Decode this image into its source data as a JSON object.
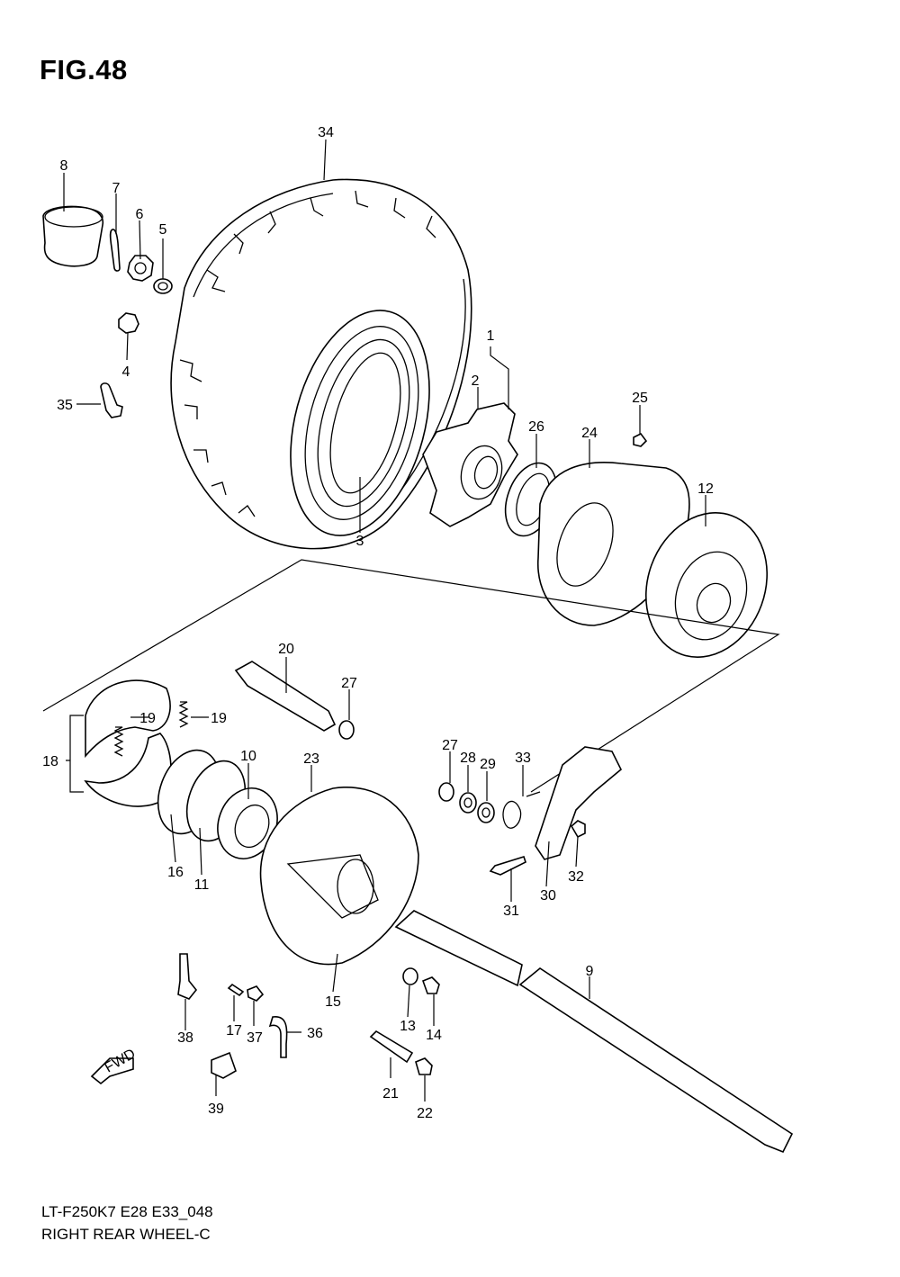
{
  "figure": {
    "title": "FIG.48",
    "code": "LT-F250K7 E28 E33_048",
    "name": "RIGHT REAR WHEEL-C",
    "fwd_label": "FWD"
  },
  "callouts": [
    "1",
    "2",
    "3",
    "4",
    "5",
    "6",
    "7",
    "8",
    "9",
    "10",
    "11",
    "12",
    "13",
    "14",
    "15",
    "16",
    "17",
    "18",
    "19",
    "19",
    "20",
    "21",
    "22",
    "23",
    "24",
    "25",
    "26",
    "27",
    "27",
    "28",
    "29",
    "30",
    "31",
    "32",
    "33",
    "34",
    "35",
    "36",
    "37",
    "38",
    "39"
  ]
}
